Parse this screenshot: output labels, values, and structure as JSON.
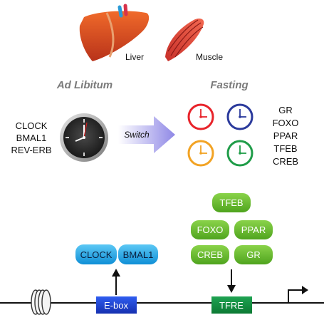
{
  "organs": {
    "liver_label": "Liver",
    "muscle_label": "Muscle"
  },
  "conditions": {
    "left": "Ad Libitum",
    "right": "Fasting"
  },
  "clock_genes": [
    "CLOCK",
    "BMAL1",
    "REV-ERB"
  ],
  "switch_label": "Switch",
  "fasting_factors": [
    "GR",
    "FOXO",
    "PPAR",
    "TFEB",
    "CREB"
  ],
  "pills": {
    "clock": "CLOCK",
    "bmal1": "BMAL1",
    "tfeb": "TFEB",
    "foxo": "FOXO",
    "ppar": "PPAR",
    "creb": "CREB",
    "gr": "GR"
  },
  "elements": {
    "ebox": "E-box",
    "tfre": "TFRE"
  },
  "colors": {
    "clock_red": "#e8232a",
    "clock_blue": "#2b3a9c",
    "clock_orange": "#f2a324",
    "clock_green": "#1f9c48",
    "pill_blue": "#1aa7e8",
    "pill_green": "#62b72a",
    "box_blue": "#1a3ec8",
    "box_green": "#128a3e",
    "arrow_lavender": "#8f88e6"
  }
}
